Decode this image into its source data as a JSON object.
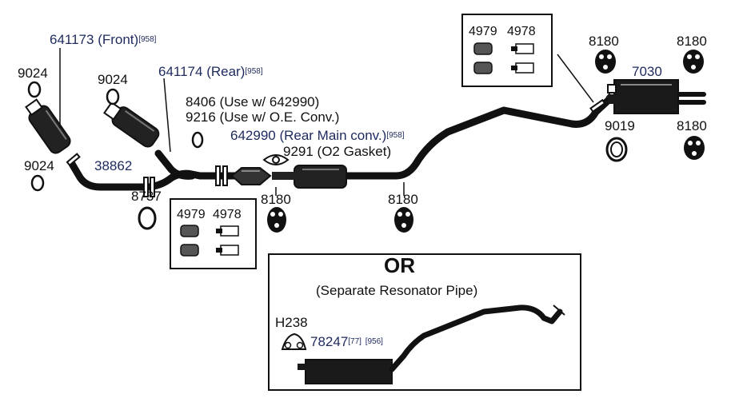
{
  "colors": {
    "parts": "#111111",
    "part_numbers_blue": "#1d2a5e",
    "background": "#ffffff"
  },
  "labels": {
    "front_pipe": "641173 (Front)",
    "front_pipe_note": "[958]",
    "rear_pipe": "641174 (Rear)",
    "rear_pipe_note": "[958]",
    "gasket_left_top": "9024",
    "gasket_left_mid": "9024",
    "gasket_left_bottom": "9024",
    "pipe_38862": "38862",
    "gasket_8737": "8737",
    "part_8406": "8406 (Use w/ 642990)",
    "part_9216": "9216 (Use w/ O.E. Conv.)",
    "converter_642990": "642990 (Rear Main conv.)",
    "converter_note": "[958]",
    "o2_gasket": "9291 (O2 Gasket)",
    "hanger_center_left": "8180",
    "hanger_center_right": "8180",
    "hardware_left_4979": "4979",
    "hardware_left_4978": "4978",
    "hardware_top_4979": "4979",
    "hardware_top_4978": "4978",
    "hanger_top_left": "8180",
    "hanger_top_right": "8180",
    "muffler_7030": "7030",
    "gasket_9019": "9019",
    "hanger_right_bottom": "8180",
    "or_title": "OR",
    "or_subtitle": "(Separate Resonator Pipe)",
    "hanger_h238": "H238",
    "resonator_pipe": "78247",
    "resonator_note_1": "[77]",
    "resonator_note_2": "[956]"
  }
}
